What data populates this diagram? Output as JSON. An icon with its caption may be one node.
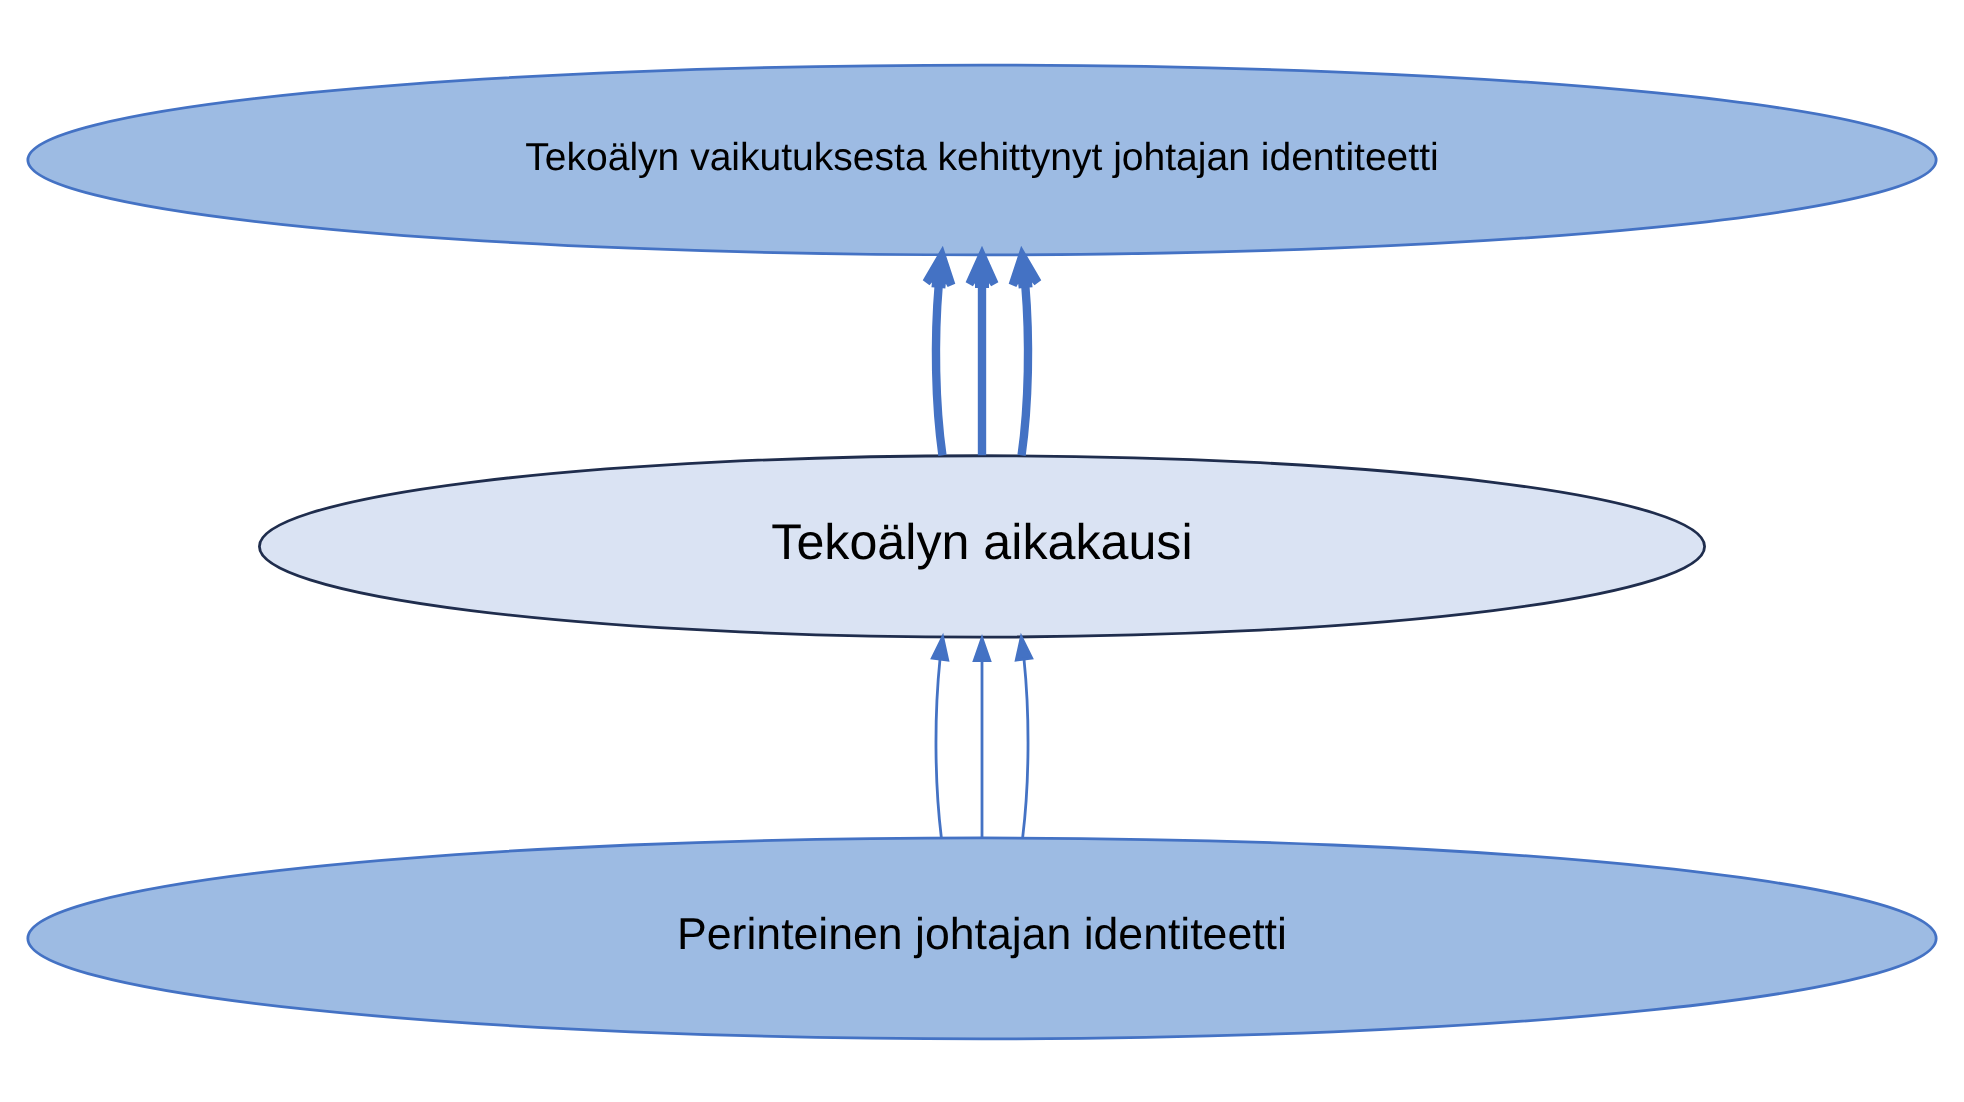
{
  "diagram": {
    "nodes": [
      {
        "text": [
          "Tekoälyn vaikutuksesta kehittynyt johtajan identiteetti"
        ]
      },
      {
        "text": [
          "Tekoälyn aikakausi"
        ]
      },
      {
        "text": [
          "Perinteinen johtajan identiteetti"
        ]
      }
    ],
    "edges": [
      {
        "from": 1,
        "to": 0,
        "arrow": "to",
        "style": "thick"
      },
      {
        "from": 1,
        "to": 0,
        "arrow": "to",
        "style": "thick"
      },
      {
        "from": 1,
        "to": 0,
        "arrow": "to",
        "style": "thick"
      },
      {
        "from": 2,
        "to": 1,
        "arrow": "to"
      },
      {
        "from": 2,
        "to": 1,
        "arrow": "to"
      },
      {
        "from": 2,
        "to": 1,
        "arrow": "to"
      }
    ]
  }
}
